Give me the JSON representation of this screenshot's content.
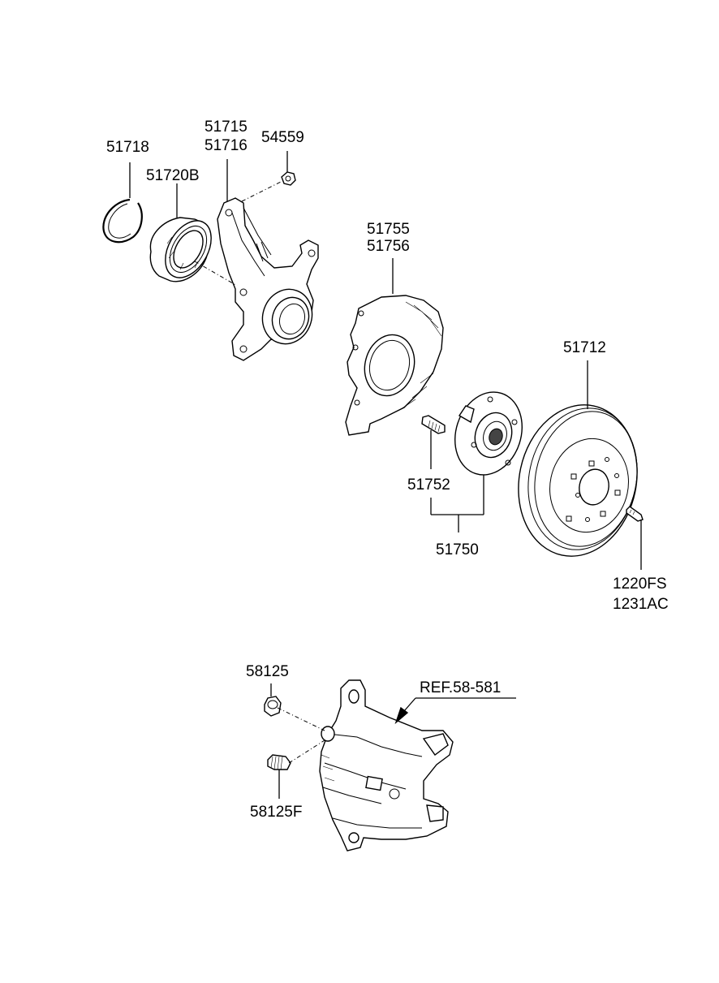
{
  "parts": {
    "p51718": "51718",
    "p51720b": "51720B",
    "p51715": "51715",
    "p51716": "51716",
    "p54559": "54559",
    "p51755": "51755",
    "p51756": "51756",
    "p51712": "51712",
    "p51752": "51752",
    "p51750": "51750",
    "p1220fs": "1220FS",
    "p1231ac": "1231AC",
    "p58125": "58125",
    "p58125f": "58125F",
    "ref": "REF.58-581"
  }
}
